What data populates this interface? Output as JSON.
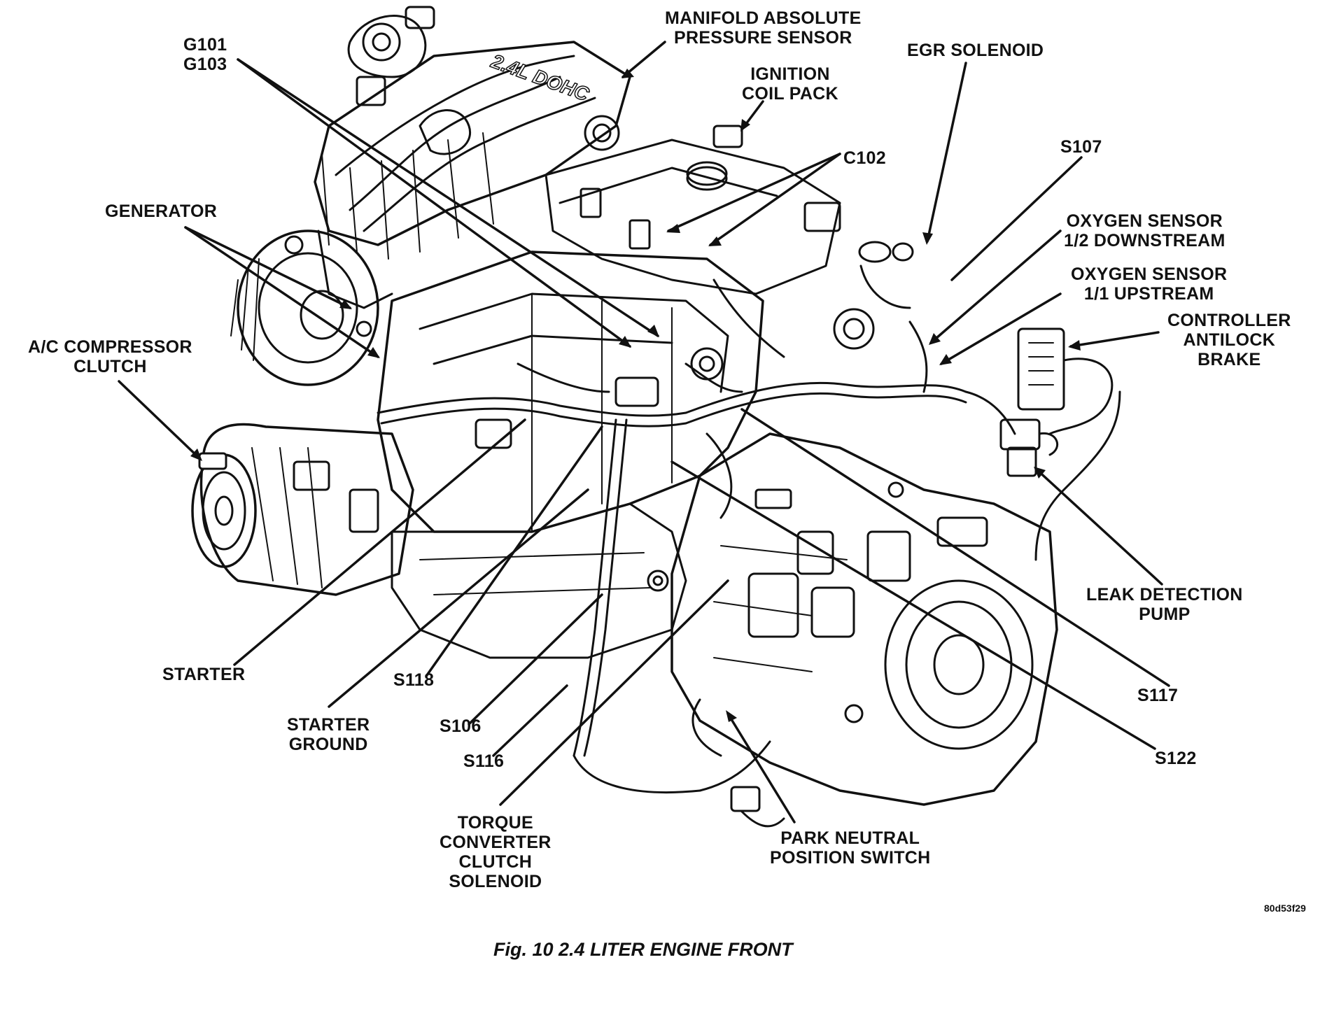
{
  "labels": {
    "map_sensor": [
      "MANIFOLD ABSOLUTE",
      "PRESSURE SENSOR"
    ],
    "g101_g103": [
      "G101",
      "G103"
    ],
    "ignition_coil": [
      "IGNITION",
      "COIL PACK"
    ],
    "egr_solenoid": [
      "EGR SOLENOID"
    ],
    "c102": [
      "C102"
    ],
    "s107": [
      "S107"
    ],
    "generator": [
      "GENERATOR"
    ],
    "o2_downstream": [
      "OXYGEN SENSOR",
      "1/2 DOWNSTREAM"
    ],
    "o2_upstream": [
      "OXYGEN SENSOR",
      "1/1 UPSTREAM"
    ],
    "controller_antilock": [
      "CONTROLLER",
      "ANTILOCK",
      "BRAKE"
    ],
    "ac_clutch": [
      "A/C COMPRESSOR",
      "CLUTCH"
    ],
    "leak_detection": [
      "LEAK DETECTION",
      "PUMP"
    ],
    "starter": [
      "STARTER"
    ],
    "s118": [
      "S118"
    ],
    "s117": [
      "S117"
    ],
    "starter_ground": [
      "STARTER",
      "GROUND"
    ],
    "s106": [
      "S106"
    ],
    "s122": [
      "S122"
    ],
    "s116": [
      "S116"
    ],
    "torque_converter": [
      "TORQUE",
      "CONVERTER",
      "CLUTCH",
      "SOLENOID"
    ],
    "park_neutral": [
      "PARK NEUTRAL",
      "POSITION SWITCH"
    ]
  },
  "manifold_text": "2.4L DOHC",
  "figure_code": "80d53f29",
  "caption": "Fig. 10 2.4 LITER ENGINE FRONT",
  "colors": {
    "ink": "#111111",
    "background": "#ffffff"
  }
}
